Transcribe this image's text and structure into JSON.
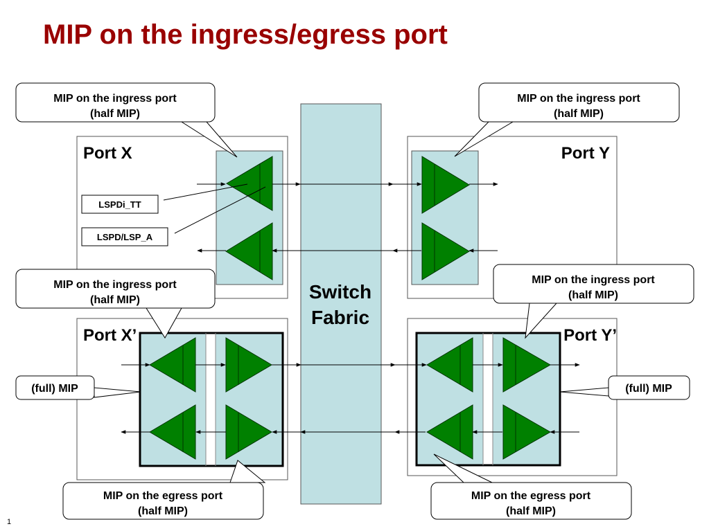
{
  "slide": {
    "title": "MIP on the ingress/egress port",
    "number": "1"
  },
  "switch_fabric": {
    "line1": "Switch",
    "line2": "Fabric"
  },
  "ports": {
    "x": "Port X",
    "y": "Port Y",
    "x_prime": "Port X’",
    "y_prime": "Port Y’"
  },
  "labels": {
    "lspdi_tt": "LSPDi_TT",
    "lspd_lsp_a": "LSPD/LSP_A"
  },
  "callouts": {
    "ingress_x": {
      "line1": "MIP on the ingress port",
      "line2": "(half MIP)"
    },
    "ingress_y": {
      "line1": "MIP on the ingress port",
      "line2": "(half MIP)"
    },
    "ingress_xp": {
      "line1": "MIP on the ingress port",
      "line2": "(half MIP)"
    },
    "ingress_yp": {
      "line1": "MIP on the ingress port",
      "line2": "(half MIP)"
    },
    "full_left": {
      "line1": "(full) MIP"
    },
    "full_right": {
      "line1": "(full) MIP"
    },
    "egress_left": {
      "line1": "MIP on the egress port",
      "line2": "(half MIP)"
    },
    "egress_right": {
      "line1": "MIP on the egress port",
      "line2": "(half MIP)"
    }
  },
  "colors": {
    "title": "#990000",
    "mip_fill": "#BFE0E3",
    "triangle_fill": "#008000",
    "triangle_stroke": "#003300",
    "outline": "#000000"
  },
  "icons": [
    "arrow-right-icon",
    "arrow-left-icon",
    "mip-triangle-icon"
  ]
}
